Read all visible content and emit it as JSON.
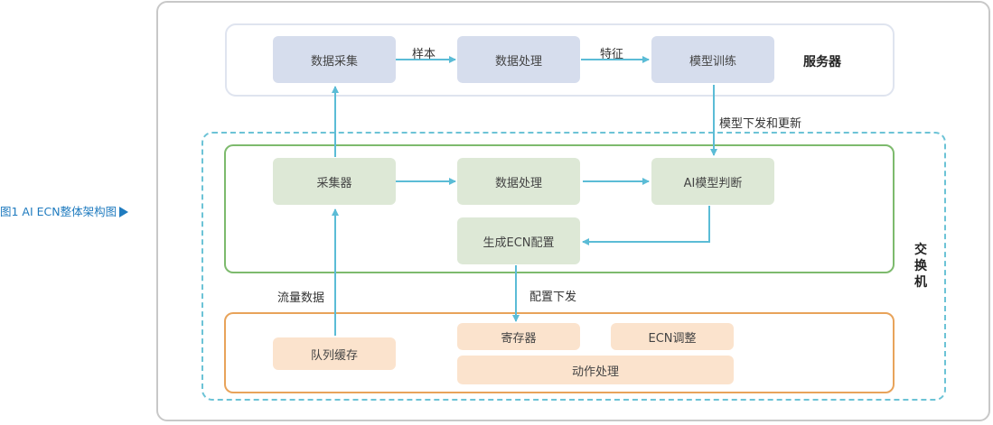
{
  "caption": {
    "text": "图1 AI ECN整体架构图"
  },
  "server": {
    "label": "服务器",
    "boxes": {
      "collect": "数据采集",
      "process": "数据处理",
      "train": "模型训练"
    },
    "edges": {
      "sample": "样本",
      "feature": "特征"
    }
  },
  "model_push_label": "模型下发和更新",
  "switch": {
    "label": "交换机",
    "boxes": {
      "collector": "采集器",
      "process": "数据处理",
      "ai_judge": "AI模型判断",
      "gen_ecn": "生成ECN配置"
    }
  },
  "config_push_label": "配置下发",
  "flow_label": "流量数据",
  "hardware": {
    "boxes": {
      "queue": "队列缓存",
      "register": "寄存器",
      "ecn_adjust": "ECN调整",
      "action": "动作处理"
    }
  },
  "colors": {
    "arrow": "#5bbcd6",
    "caption": "#1f7bbf",
    "server_box": "#d6dded",
    "switch_box": "#dde8d6",
    "hardware_box": "#fbe3cd"
  }
}
